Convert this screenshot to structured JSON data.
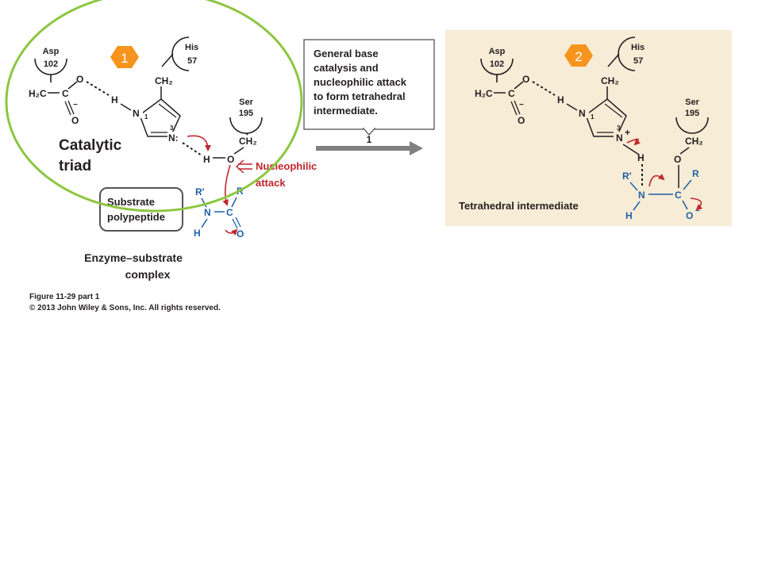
{
  "colors": {
    "ring": "#8cc63f",
    "badge": "#f7941d",
    "panel_bg": "#f7ecd6",
    "red": "#c1272d",
    "blue": "#1f5fa8",
    "gray": "#808080",
    "ink": "#231f20"
  },
  "badge1": "1",
  "badge2": "2",
  "catalytic_triad": [
    "Catalytic",
    "triad"
  ],
  "asp_label": [
    "Asp",
    "102"
  ],
  "his_label": [
    "His",
    "57"
  ],
  "ser_label": [
    "Ser",
    "195"
  ],
  "atoms": {
    "h2c": "H₂C",
    "c": "C",
    "o": "O",
    "minus": "−",
    "h": "H",
    "n": "N",
    "n_colon": "N:",
    "n_plus": "N",
    "plus": "+",
    "ch2": "CH₂",
    "r": "R",
    "r_prime": "R′",
    "o_minus": "O",
    "num1": "1",
    "num3": "3"
  },
  "nucleophilic_attack": [
    "Nucleophilic",
    "attack"
  ],
  "substrate_box": [
    "Substrate",
    "polypeptide"
  ],
  "complex_label": [
    "Enzyme–substrate",
    "complex"
  ],
  "step_box": [
    "General base",
    "catalysis and",
    "nucleophilic attack",
    "to form tetrahedral",
    "intermediate."
  ],
  "step_number": "1",
  "tetrahedral_label": "Tetrahedral intermediate",
  "figure_caption": [
    "Figure 11-29 part 1",
    "© 2013 John Wiley & Sons, Inc. All rights reserved."
  ]
}
